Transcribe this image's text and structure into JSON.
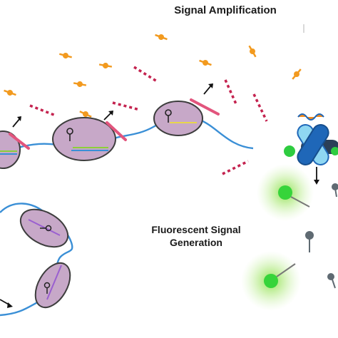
{
  "labels": {
    "signal_amplification": "Signal Amplification",
    "fluorescent_signal": "Fluorescent Signal",
    "generation": "Generation"
  },
  "colors": {
    "strand": "#3a8fd6",
    "pink_probe": "#e2557d",
    "red_dash": "#c4234f",
    "orange_molecule": "#f29a1f",
    "ellipse_fill": "#c7a8c8",
    "ellipse_stroke": "#3d3d3d",
    "green_glow": "#7ddc3a",
    "green_dot": "#2ecc40",
    "grey_dot": "#5f6a72",
    "enzyme_dark_blue": "#1f67b8",
    "enzyme_light_blue": "#8fd7f2",
    "enzyme_orange": "#f28b1f"
  },
  "icons": {
    "hairpin": "hairpin-probe-icon",
    "orange_molecule": "orange-fluorophore-icon",
    "arrow": "arrow-icon",
    "enzyme": "enzyme-complex-icon"
  }
}
